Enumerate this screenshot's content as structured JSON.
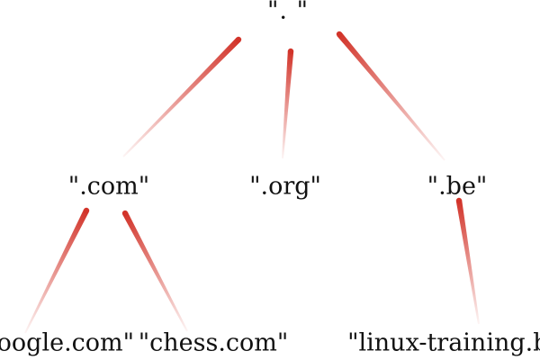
{
  "colors": {
    "edge": "#d2342a",
    "text": "#111111"
  },
  "nodes": {
    "root": {
      "label": "\". \""
    },
    "com": {
      "label": "\".com\""
    },
    "org": {
      "label": "\".org\""
    },
    "be": {
      "label": "\".be\""
    },
    "google": {
      "label": "\"google.com\""
    },
    "chess": {
      "label": "\"chess.com\""
    },
    "linux": {
      "label": "\"linux-training.be\""
    }
  },
  "edges": [
    {
      "from": "root",
      "to": "com"
    },
    {
      "from": "root",
      "to": "org"
    },
    {
      "from": "root",
      "to": "be"
    },
    {
      "from": "com",
      "to": "google"
    },
    {
      "from": "com",
      "to": "chess"
    },
    {
      "from": "be",
      "to": "linux"
    }
  ]
}
